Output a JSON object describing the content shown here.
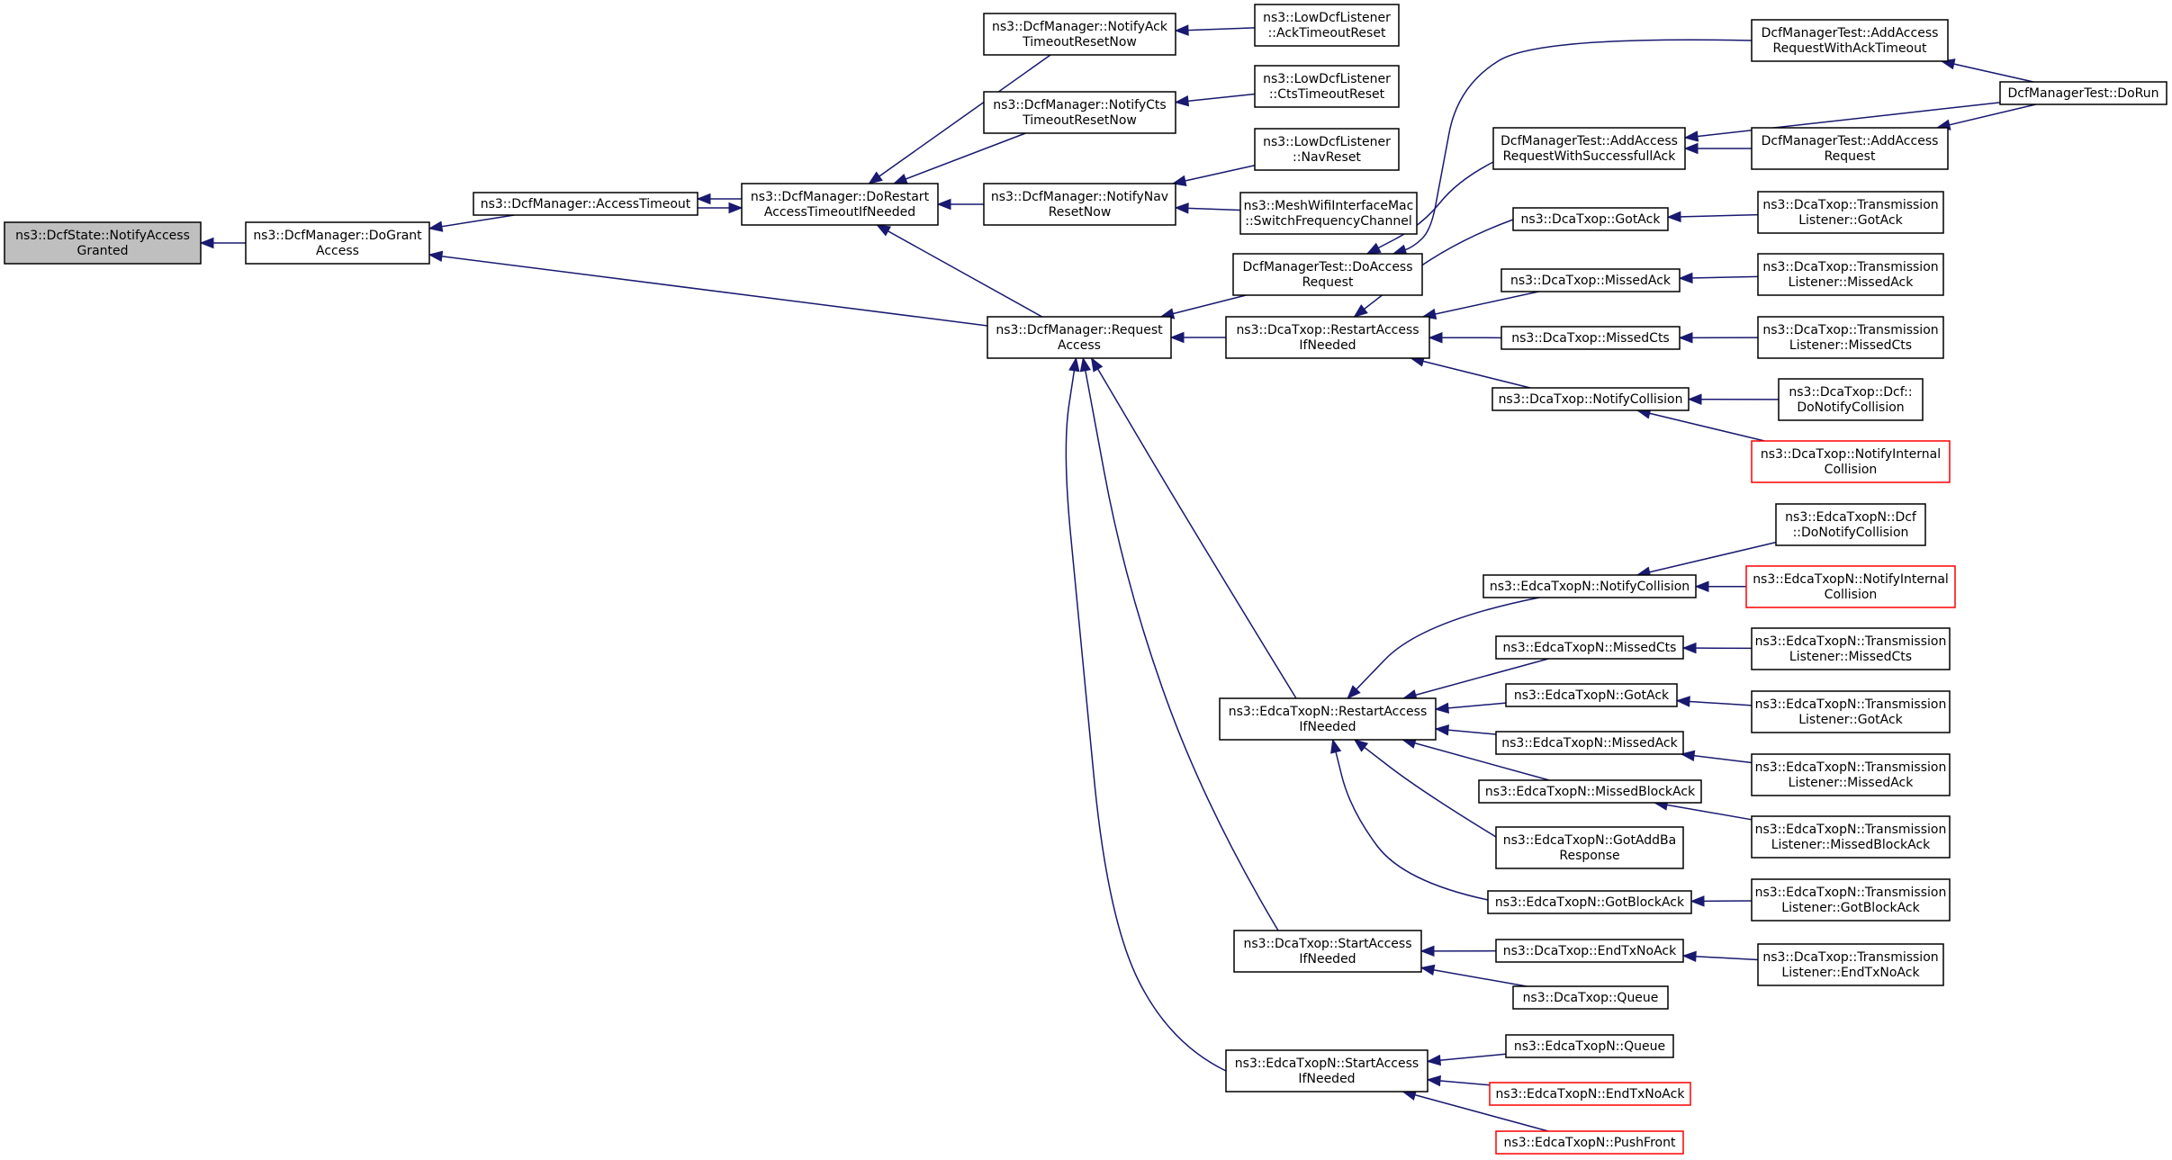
{
  "diagram": {
    "type": "doxygen-caller-graph",
    "colors": {
      "edge": "#191970",
      "node_border": "#000000",
      "truncated_border": "#ff0000",
      "root_fill": "#bfbfbf",
      "node_fill": "#ffffff"
    },
    "nodes": [
      {
        "id": "root",
        "lines": [
          "ns3::DcfState::NotifyAccess",
          "Granted"
        ],
        "style": "root"
      },
      {
        "id": "doGrant",
        "lines": [
          "ns3::DcfManager::DoGrant",
          "Access"
        ]
      },
      {
        "id": "accessTimeout",
        "lines": [
          "ns3::DcfManager::AccessTimeout"
        ]
      },
      {
        "id": "doRestart",
        "lines": [
          "ns3::DcfManager::DoRestart",
          "AccessTimeoutIfNeeded"
        ]
      },
      {
        "id": "notifyAck",
        "lines": [
          "ns3::DcfManager::NotifyAck",
          "TimeoutResetNow"
        ]
      },
      {
        "id": "notifyCts",
        "lines": [
          "ns3::DcfManager::NotifyCts",
          "TimeoutResetNow"
        ]
      },
      {
        "id": "notifyNav",
        "lines": [
          "ns3::DcfManager::NotifyNav",
          "ResetNow"
        ]
      },
      {
        "id": "lowAck",
        "lines": [
          "ns3::LowDcfListener",
          "::AckTimeoutReset"
        ]
      },
      {
        "id": "lowCts",
        "lines": [
          "ns3::LowDcfListener",
          "::CtsTimeoutReset"
        ]
      },
      {
        "id": "lowNav",
        "lines": [
          "ns3::LowDcfListener",
          "::NavReset"
        ]
      },
      {
        "id": "mesh",
        "lines": [
          "ns3::MeshWifiInterfaceMac",
          "::SwitchFrequencyChannel"
        ]
      },
      {
        "id": "requestAccess",
        "lines": [
          "ns3::DcfManager::Request",
          "Access"
        ]
      },
      {
        "id": "testDoAccess",
        "lines": [
          "DcfManagerTest::DoAccess",
          "Request"
        ]
      },
      {
        "id": "testAddSucc",
        "lines": [
          "DcfManagerTest::AddAccess",
          "RequestWithSuccessfullAck"
        ]
      },
      {
        "id": "testAddAckTo",
        "lines": [
          "DcfManagerTest::AddAccess",
          "RequestWithAckTimeout"
        ]
      },
      {
        "id": "testAdd",
        "lines": [
          "DcfManagerTest::AddAccess",
          "Request"
        ]
      },
      {
        "id": "testDoRun",
        "lines": [
          "DcfManagerTest::DoRun"
        ]
      },
      {
        "id": "dcaRestart",
        "lines": [
          "ns3::DcaTxop::RestartAccess",
          "IfNeeded"
        ]
      },
      {
        "id": "dcaGotAck",
        "lines": [
          "ns3::DcaTxop::GotAck"
        ]
      },
      {
        "id": "dcaMissedAck",
        "lines": [
          "ns3::DcaTxop::MissedAck"
        ]
      },
      {
        "id": "dcaMissedCts",
        "lines": [
          "ns3::DcaTxop::MissedCts"
        ]
      },
      {
        "id": "dcaNotifyColl",
        "lines": [
          "ns3::DcaTxop::NotifyCollision"
        ]
      },
      {
        "id": "dcaTlGotAck",
        "lines": [
          "ns3::DcaTxop::Transmission",
          "Listener::GotAck"
        ]
      },
      {
        "id": "dcaTlMissedAck",
        "lines": [
          "ns3::DcaTxop::Transmission",
          "Listener::MissedAck"
        ]
      },
      {
        "id": "dcaTlMissedCts",
        "lines": [
          "ns3::DcaTxop::Transmission",
          "Listener::MissedCts"
        ]
      },
      {
        "id": "dcaDcfColl",
        "lines": [
          "ns3::DcaTxop::Dcf::",
          "DoNotifyCollision"
        ]
      },
      {
        "id": "dcaNotifyInt",
        "lines": [
          "ns3::DcaTxop::NotifyInternal",
          "Collision"
        ],
        "style": "trunc"
      },
      {
        "id": "edcaRestart",
        "lines": [
          "ns3::EdcaTxopN::RestartAccess",
          "IfNeeded"
        ]
      },
      {
        "id": "edcaNotifyColl",
        "lines": [
          "ns3::EdcaTxopN::NotifyCollision"
        ]
      },
      {
        "id": "edcaMissedCts",
        "lines": [
          "ns3::EdcaTxopN::MissedCts"
        ]
      },
      {
        "id": "edcaGotAck",
        "lines": [
          "ns3::EdcaTxopN::GotAck"
        ]
      },
      {
        "id": "edcaMissedAck",
        "lines": [
          "ns3::EdcaTxopN::MissedAck"
        ]
      },
      {
        "id": "edcaMissedBlock",
        "lines": [
          "ns3::EdcaTxopN::MissedBlockAck"
        ]
      },
      {
        "id": "edcaGotAddBa",
        "lines": [
          "ns3::EdcaTxopN::GotAddBa",
          "Response"
        ]
      },
      {
        "id": "edcaGotBlock",
        "lines": [
          "ns3::EdcaTxopN::GotBlockAck"
        ]
      },
      {
        "id": "edcaDcfColl",
        "lines": [
          "ns3::EdcaTxopN::Dcf",
          "::DoNotifyCollision"
        ]
      },
      {
        "id": "edcaNotifyInt",
        "lines": [
          "ns3::EdcaTxopN::NotifyInternal",
          "Collision"
        ],
        "style": "trunc"
      },
      {
        "id": "edcaTlMissedCts",
        "lines": [
          "ns3::EdcaTxopN::Transmission",
          "Listener::MissedCts"
        ]
      },
      {
        "id": "edcaTlGotAck",
        "lines": [
          "ns3::EdcaTxopN::Transmission",
          "Listener::GotAck"
        ]
      },
      {
        "id": "edcaTlMissedAck",
        "lines": [
          "ns3::EdcaTxopN::Transmission",
          "Listener::MissedAck"
        ]
      },
      {
        "id": "edcaTlMissedBlock",
        "lines": [
          "ns3::EdcaTxopN::Transmission",
          "Listener::MissedBlockAck"
        ]
      },
      {
        "id": "edcaTlGotBlock",
        "lines": [
          "ns3::EdcaTxopN::Transmission",
          "Listener::GotBlockAck"
        ]
      },
      {
        "id": "dcaStart",
        "lines": [
          "ns3::DcaTxop::StartAccess",
          "IfNeeded"
        ]
      },
      {
        "id": "dcaEndTx",
        "lines": [
          "ns3::DcaTxop::EndTxNoAck"
        ]
      },
      {
        "id": "dcaQueue",
        "lines": [
          "ns3::DcaTxop::Queue"
        ]
      },
      {
        "id": "dcaTlEndTx",
        "lines": [
          "ns3::DcaTxop::Transmission",
          "Listener::EndTxNoAck"
        ]
      },
      {
        "id": "edcaStart",
        "lines": [
          "ns3::EdcaTxopN::StartAccess",
          "IfNeeded"
        ]
      },
      {
        "id": "edcaQueue",
        "lines": [
          "ns3::EdcaTxopN::Queue"
        ]
      },
      {
        "id": "edcaEndTx",
        "lines": [
          "ns3::EdcaTxopN::EndTxNoAck"
        ],
        "style": "trunc"
      },
      {
        "id": "edcaPushFront",
        "lines": [
          "ns3::EdcaTxopN::PushFront"
        ],
        "style": "trunc"
      }
    ],
    "edges": [
      {
        "from": "doGrant",
        "to": "root"
      },
      {
        "from": "accessTimeout",
        "to": "doGrant"
      },
      {
        "from": "requestAccess",
        "to": "doGrant"
      },
      {
        "from": "doRestart",
        "to": "accessTimeout"
      },
      {
        "from": "accessTimeout",
        "to": "doRestart"
      },
      {
        "from": "notifyAck",
        "to": "doRestart"
      },
      {
        "from": "notifyCts",
        "to": "doRestart"
      },
      {
        "from": "notifyNav",
        "to": "doRestart"
      },
      {
        "from": "requestAccess",
        "to": "doRestart"
      },
      {
        "from": "lowAck",
        "to": "notifyAck"
      },
      {
        "from": "lowCts",
        "to": "notifyCts"
      },
      {
        "from": "lowNav",
        "to": "notifyNav"
      },
      {
        "from": "mesh",
        "to": "notifyNav"
      },
      {
        "from": "testDoAccess",
        "to": "requestAccess"
      },
      {
        "from": "dcaRestart",
        "to": "requestAccess"
      },
      {
        "from": "edcaRestart",
        "to": "requestAccess"
      },
      {
        "from": "dcaStart",
        "to": "requestAccess"
      },
      {
        "from": "edcaStart",
        "to": "requestAccess"
      },
      {
        "from": "testAddSucc",
        "to": "testDoAccess"
      },
      {
        "from": "testAddAckTo",
        "to": "testDoAccess"
      },
      {
        "from": "testAdd",
        "to": "testAddSucc"
      },
      {
        "from": "testDoRun",
        "to": "testAddSucc"
      },
      {
        "from": "testDoRun",
        "to": "testAddAckTo"
      },
      {
        "from": "testDoRun",
        "to": "testAdd"
      },
      {
        "from": "dcaGotAck",
        "to": "dcaRestart"
      },
      {
        "from": "dcaMissedAck",
        "to": "dcaRestart"
      },
      {
        "from": "dcaMissedCts",
        "to": "dcaRestart"
      },
      {
        "from": "dcaNotifyColl",
        "to": "dcaRestart"
      },
      {
        "from": "dcaTlGotAck",
        "to": "dcaGotAck"
      },
      {
        "from": "dcaTlMissedAck",
        "to": "dcaMissedAck"
      },
      {
        "from": "dcaTlMissedCts",
        "to": "dcaMissedCts"
      },
      {
        "from": "dcaDcfColl",
        "to": "dcaNotifyColl"
      },
      {
        "from": "dcaNotifyInt",
        "to": "dcaNotifyColl"
      },
      {
        "from": "edcaNotifyColl",
        "to": "edcaRestart"
      },
      {
        "from": "edcaMissedCts",
        "to": "edcaRestart"
      },
      {
        "from": "edcaGotAck",
        "to": "edcaRestart"
      },
      {
        "from": "edcaMissedAck",
        "to": "edcaRestart"
      },
      {
        "from": "edcaMissedBlock",
        "to": "edcaRestart"
      },
      {
        "from": "edcaGotAddBa",
        "to": "edcaRestart"
      },
      {
        "from": "edcaGotBlock",
        "to": "edcaRestart"
      },
      {
        "from": "edcaDcfColl",
        "to": "edcaNotifyColl"
      },
      {
        "from": "edcaNotifyInt",
        "to": "edcaNotifyColl"
      },
      {
        "from": "edcaTlMissedCts",
        "to": "edcaMissedCts"
      },
      {
        "from": "edcaTlGotAck",
        "to": "edcaGotAck"
      },
      {
        "from": "edcaTlMissedAck",
        "to": "edcaMissedAck"
      },
      {
        "from": "edcaTlMissedBlock",
        "to": "edcaMissedBlock"
      },
      {
        "from": "edcaTlGotBlock",
        "to": "edcaGotBlock"
      },
      {
        "from": "dcaEndTx",
        "to": "dcaStart"
      },
      {
        "from": "dcaQueue",
        "to": "dcaStart"
      },
      {
        "from": "dcaTlEndTx",
        "to": "dcaEndTx"
      },
      {
        "from": "edcaQueue",
        "to": "edcaStart"
      },
      {
        "from": "edcaEndTx",
        "to": "edcaStart"
      },
      {
        "from": "edcaPushFront",
        "to": "edcaStart"
      }
    ]
  }
}
